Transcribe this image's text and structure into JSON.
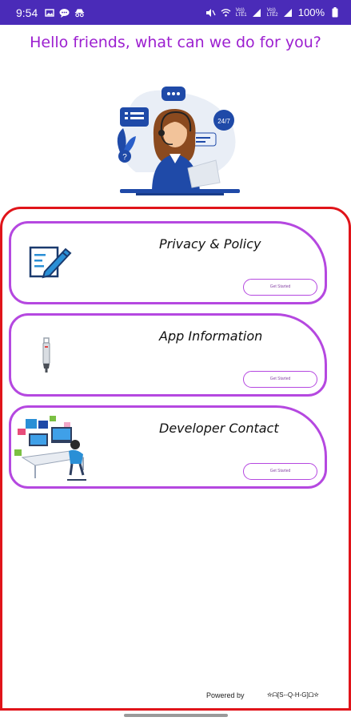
{
  "status_bar": {
    "time": "9:54",
    "voltelte_1": "Vo)) LTE1",
    "voltelte_2": "Vo)) LTE2",
    "battery": "100%"
  },
  "greeting": "Hello friends, what can we do for you?",
  "cards": [
    {
      "title": "Privacy & Policy",
      "button": "Get Started",
      "icon": "document-pen-icon"
    },
    {
      "title": "App Information",
      "button": "Get Started",
      "icon": "usb-stick-icon"
    },
    {
      "title": "Developer Contact",
      "button": "Get Started",
      "icon": "developer-desk-icon"
    }
  ],
  "footer": {
    "powered_by": "Powered by",
    "brand": "☆ᗩ[S--Q-H-G]ᗝ☆"
  },
  "colors": {
    "status_bar": "#4a2bb8",
    "greeting": "#9c1fd0",
    "card_border": "#b548e0",
    "panel_border": "#e0141a"
  }
}
